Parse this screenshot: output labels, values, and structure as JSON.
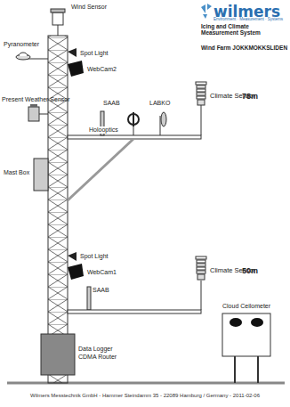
{
  "diagram": {
    "title": "Icing and Climate Measurement System",
    "caption": "Wilmers Messtechnik GmbH - Hammer Steindamm 35 - 22089 Hamburg / Germany  -  2011-02-06",
    "labels": [
      "wilmers",
      "Environment · Measurement · Systems",
      "Wind Farm JOKKMOKKSLIDEN",
      "Wind Sensor",
      "Pyranometer",
      "Spot Light",
      "WebCam2",
      "Present Weather Sensor",
      "SAAB",
      "LABKO",
      "Holooptics",
      "Climate Sensor",
      "78m",
      "Mast Box",
      "Spot Light",
      "WebCam1",
      "SAAB",
      "Climate Sensor",
      "50m",
      "Data Logger",
      "CDMA Router",
      "Cloud Ceilometer"
    ]
  }
}
